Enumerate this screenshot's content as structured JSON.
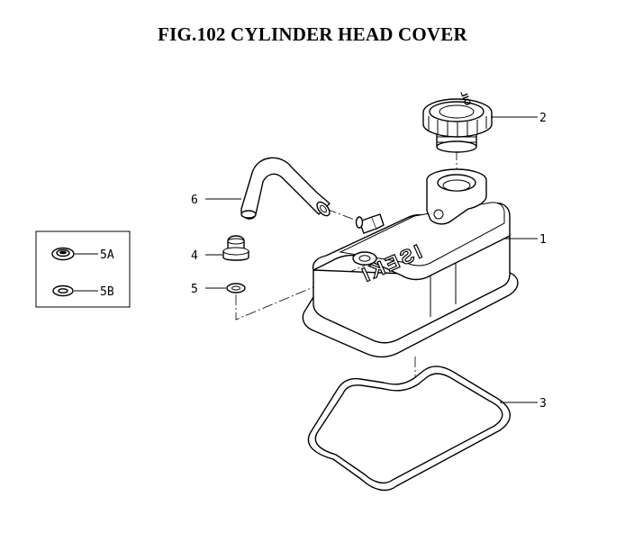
{
  "figure": {
    "title": "FIG.102  CYLINDER HEAD COVER"
  },
  "callouts": {
    "c1": "1",
    "c2": "2",
    "c3": "3",
    "c4": "4",
    "c5": "5",
    "c6": "6",
    "c5a": "5A",
    "c5b": "5B"
  },
  "cover_text": {
    "brand": "ISEKI",
    "cap_text": "OIL"
  }
}
